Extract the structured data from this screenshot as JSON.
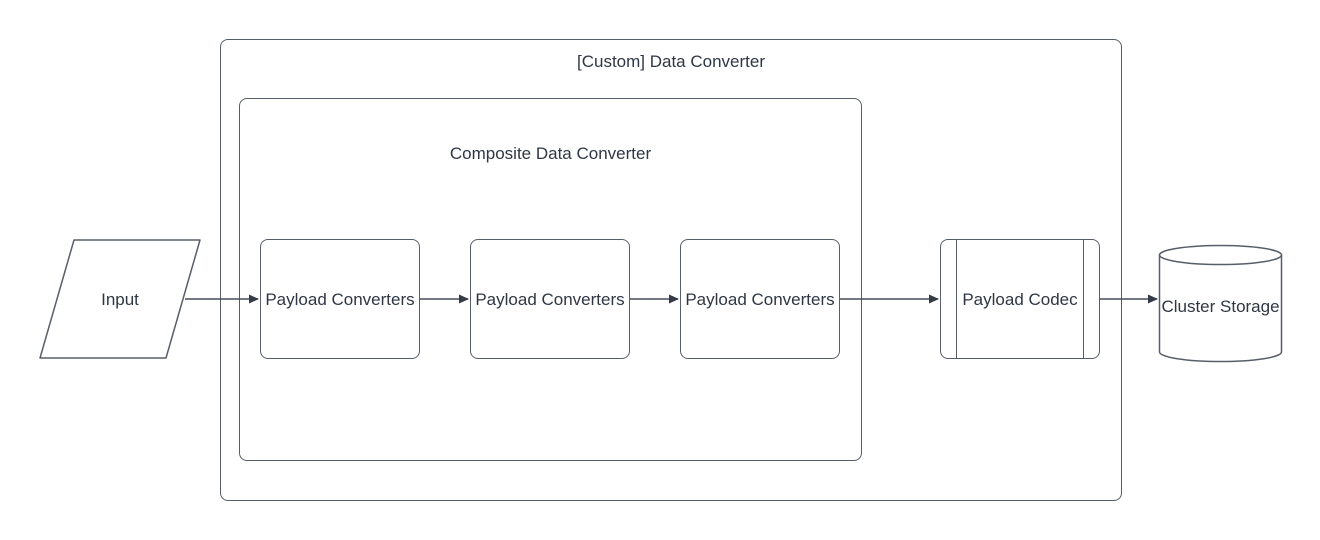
{
  "diagram": {
    "type": "flowchart",
    "containers": {
      "custom": {
        "label": "[Custom] Data Converter",
        "shape": "rounded-rectangle"
      },
      "composite": {
        "label": "Composite Data Converter",
        "shape": "rounded-rectangle"
      }
    },
    "nodes": {
      "input": {
        "label": "Input",
        "shape": "parallelogram"
      },
      "payload_converter_1": {
        "label": "Payload Converters",
        "shape": "rounded-rectangle"
      },
      "payload_converter_2": {
        "label": "Payload Converters",
        "shape": "rounded-rectangle"
      },
      "payload_converter_3": {
        "label": "Payload Converters",
        "shape": "rounded-rectangle"
      },
      "payload_codec": {
        "label": "Payload Codec",
        "shape": "predefined-process"
      },
      "cluster_storage": {
        "label": "Cluster Storage",
        "shape": "cylinder"
      }
    },
    "edges": [
      {
        "from": "input",
        "to": "payload_converter_1",
        "style": "arrow"
      },
      {
        "from": "payload_converter_1",
        "to": "payload_converter_2",
        "style": "arrow"
      },
      {
        "from": "payload_converter_2",
        "to": "payload_converter_3",
        "style": "arrow"
      },
      {
        "from": "payload_converter_3",
        "to": "payload_codec",
        "style": "arrow"
      },
      {
        "from": "payload_codec",
        "to": "cluster_storage",
        "style": "arrow"
      }
    ],
    "colors": {
      "stroke": "#585e69",
      "text": "#2f3744",
      "background": "#ffffff",
      "arrowhead": "#343b47"
    }
  }
}
